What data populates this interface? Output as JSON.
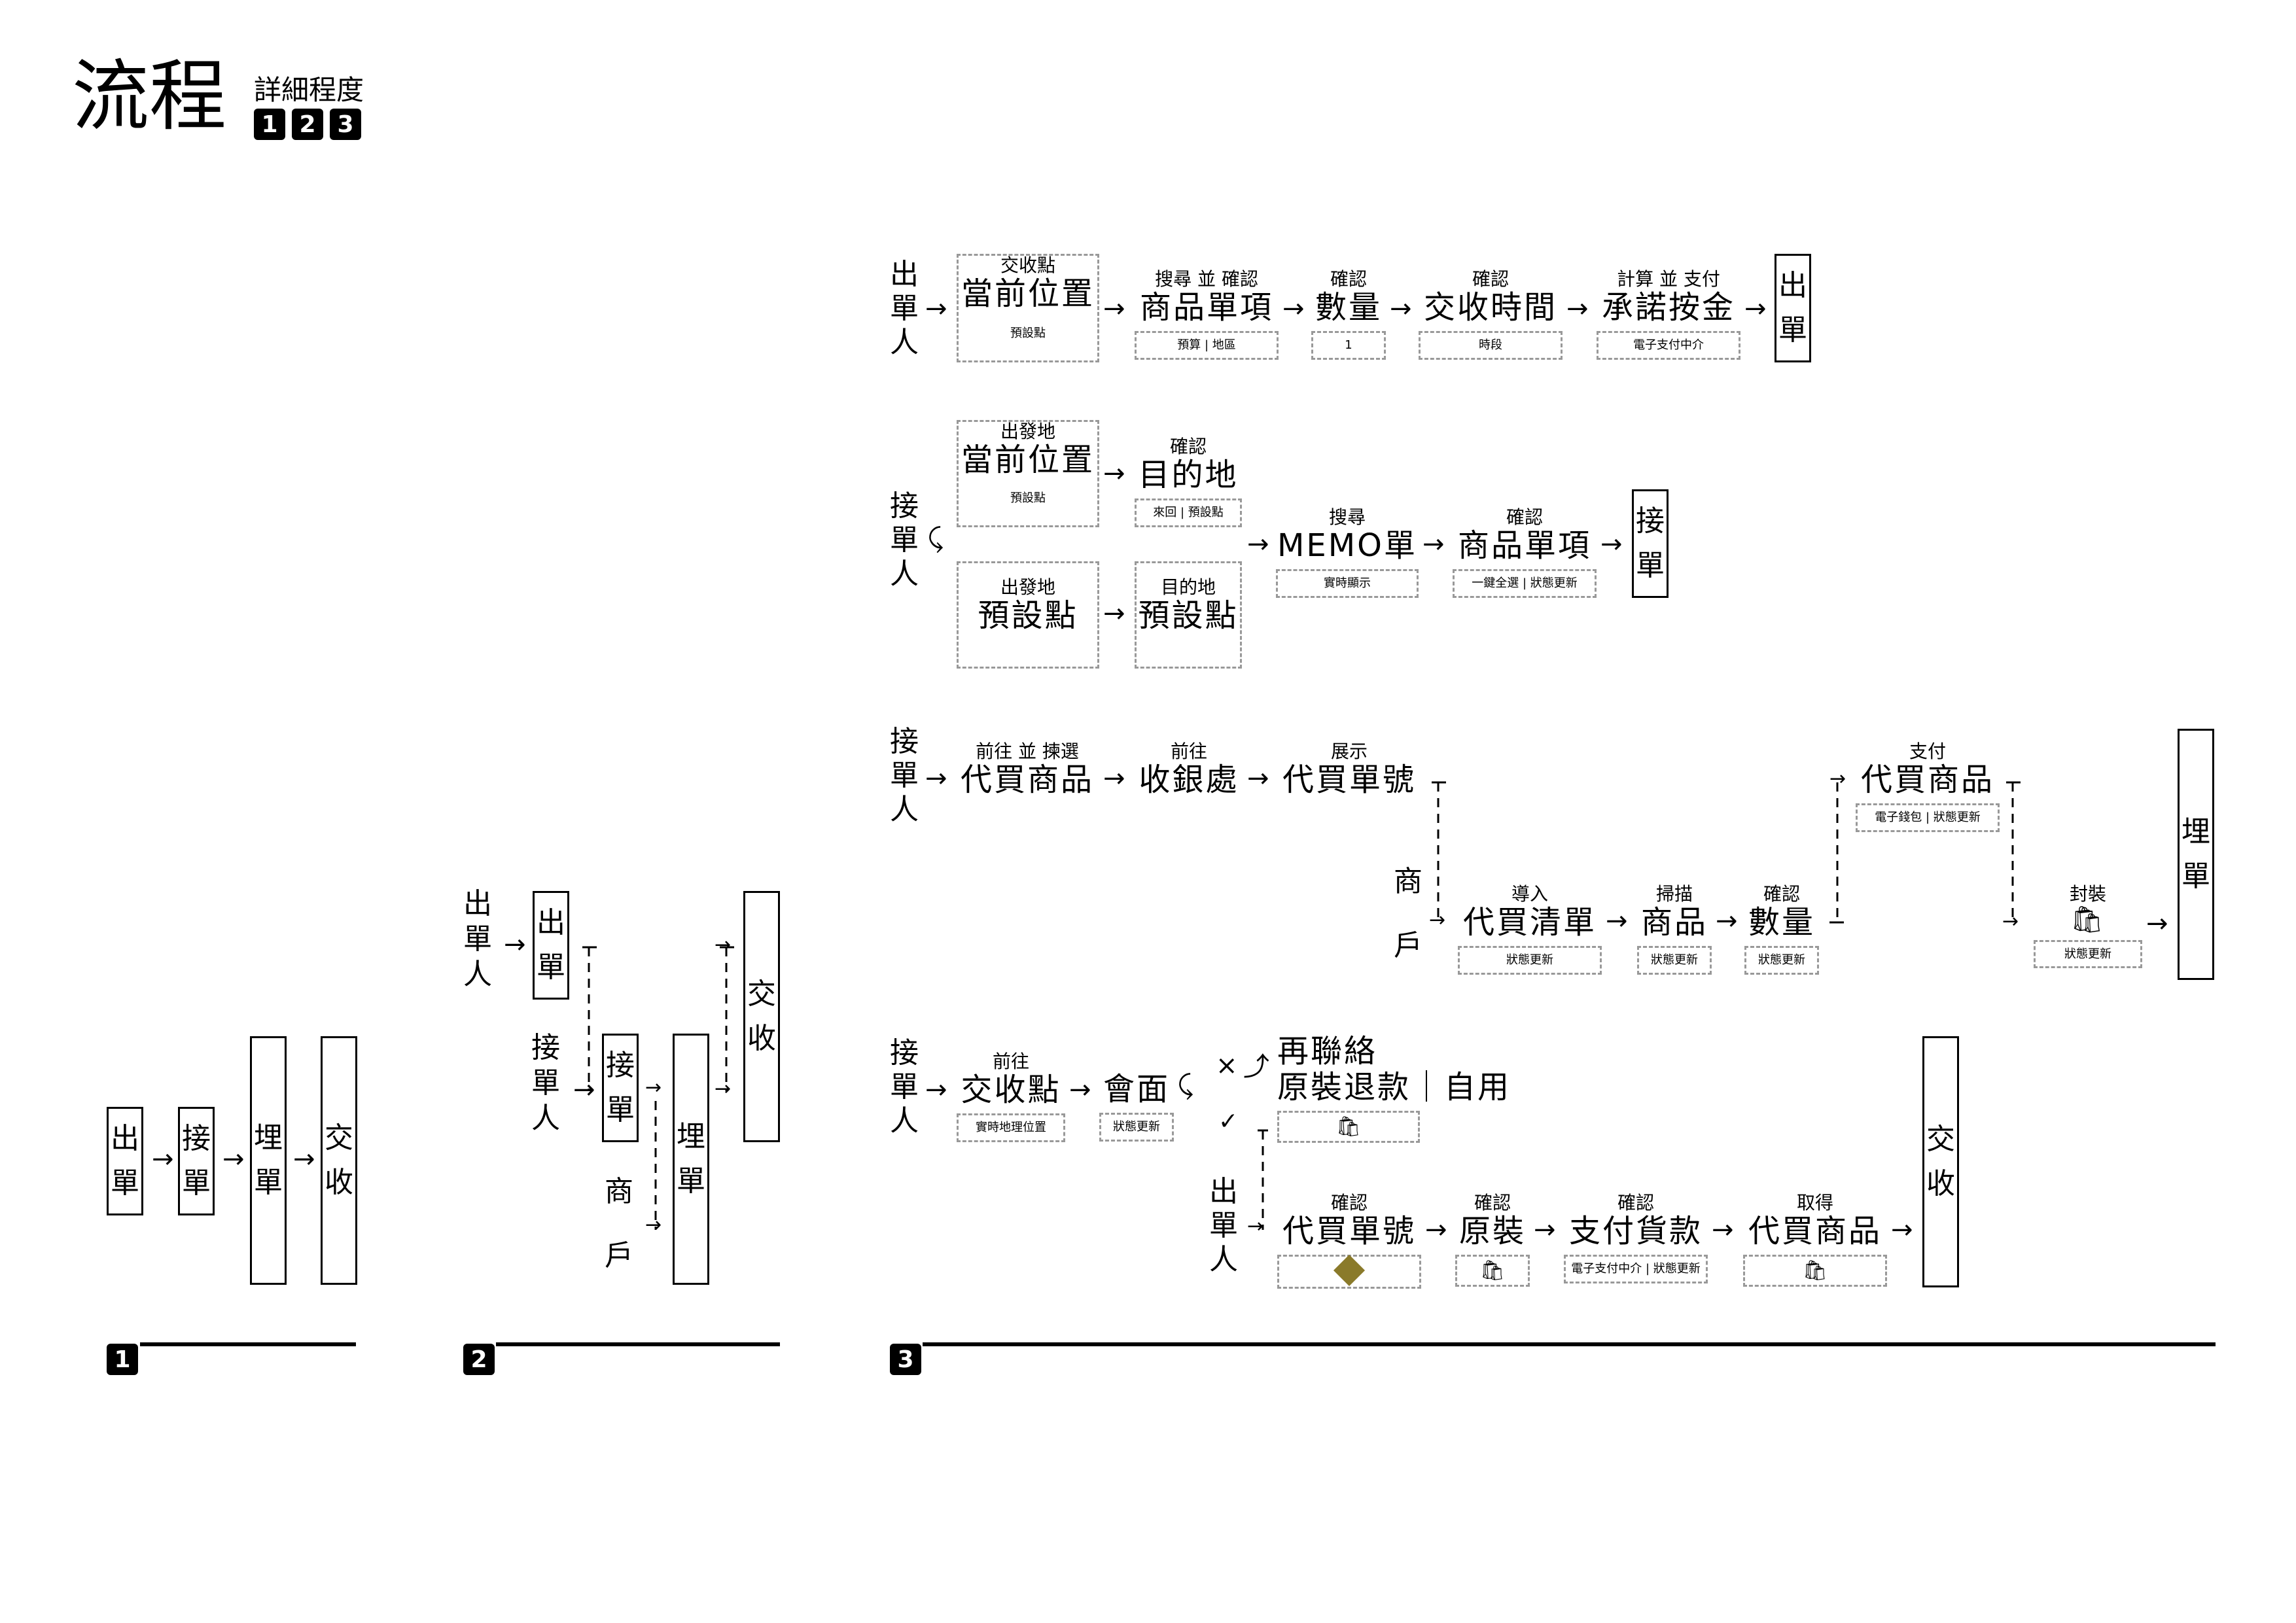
{
  "header": {
    "title": "流程",
    "subtitle": "詳細程度",
    "levels": [
      "1",
      "2",
      "3"
    ]
  },
  "roles": {
    "issuer": [
      "出",
      "單",
      "人"
    ],
    "taker": [
      "接",
      "單",
      "人"
    ],
    "shop": [
      "商",
      "戶"
    ]
  },
  "flow1": {
    "steps": [
      [
        "出",
        "單"
      ],
      [
        "接",
        "單"
      ],
      [
        "埋",
        "單"
      ],
      [
        "交",
        "收"
      ]
    ],
    "marker": "1"
  },
  "flow2": {
    "issue": [
      "出",
      "單"
    ],
    "take": [
      "接",
      "單"
    ],
    "close": [
      "埋",
      "單"
    ],
    "exchange": [
      "交",
      "收"
    ],
    "marker": "2"
  },
  "row1": {
    "nodes": [
      {
        "top": "交收點",
        "main": "當前位置",
        "sub": "預設點"
      },
      {
        "top": "搜尋 並 確認",
        "main": "商品單項",
        "sub": "預算 | 地區"
      },
      {
        "top": "確認",
        "main": "數量",
        "sub": "1"
      },
      {
        "top": "確認",
        "main": "交收時間",
        "sub": "時段"
      },
      {
        "top": "計算 並 支付",
        "main": "承諾按金",
        "sub": "電子支付中介"
      }
    ],
    "end": [
      "出",
      "單"
    ]
  },
  "row2": {
    "a1": {
      "top": "出發地",
      "main": "當前位置",
      "sub": "預設點"
    },
    "a2": {
      "top": "確認",
      "main": "目的地",
      "sub": "來回 | 預設點"
    },
    "b1": {
      "top": "出發地",
      "main": "預設點"
    },
    "b2": {
      "top": "目的地",
      "main": "預設點"
    },
    "c1": {
      "top": "搜尋",
      "main": "MEMO單",
      "sub": "實時顯示"
    },
    "c2": {
      "top": "確認",
      "main": "商品單項",
      "sub": "一鍵全選 | 狀態更新"
    },
    "end": [
      "接",
      "單"
    ]
  },
  "row3": {
    "n1": {
      "top": "前往 並 揀選",
      "main": "代買商品"
    },
    "n2": {
      "top": "前往",
      "main": "收銀處"
    },
    "n3": {
      "top": "展示",
      "main": "代買單號"
    },
    "s1": {
      "top": "導入",
      "main": "代買清單",
      "sub": "狀態更新"
    },
    "s2": {
      "top": "掃描",
      "main": "商品",
      "sub": "狀態更新"
    },
    "s3": {
      "top": "確認",
      "main": "數量",
      "sub": "狀態更新"
    },
    "pay": {
      "top": "支付",
      "main": "代買商品",
      "sub": "電子錢包 | 狀態更新"
    },
    "pack": {
      "top": "封裝",
      "sub": "狀態更新"
    },
    "end": [
      "埋",
      "單"
    ]
  },
  "row4": {
    "n1": {
      "top": "前往",
      "main": "交收點",
      "sub": "實時地理位置"
    },
    "n2": {
      "main": "會面",
      "sub": "狀態更新"
    },
    "cross": "×",
    "check": "✓",
    "fail": {
      "line1": "再聯絡",
      "line2": "原裝退款｜自用"
    },
    "i1": {
      "top": "確認",
      "main": "代買單號"
    },
    "i2": {
      "top": "確認",
      "main": "原裝"
    },
    "i3": {
      "top": "確認",
      "main": "支付貨款",
      "sub": "電子支付中介 | 狀態更新"
    },
    "i4": {
      "top": "取得",
      "main": "代買商品"
    },
    "end": [
      "交",
      "收"
    ]
  },
  "colors": {
    "accent": "#8a7a2a",
    "dash": "#999999"
  }
}
